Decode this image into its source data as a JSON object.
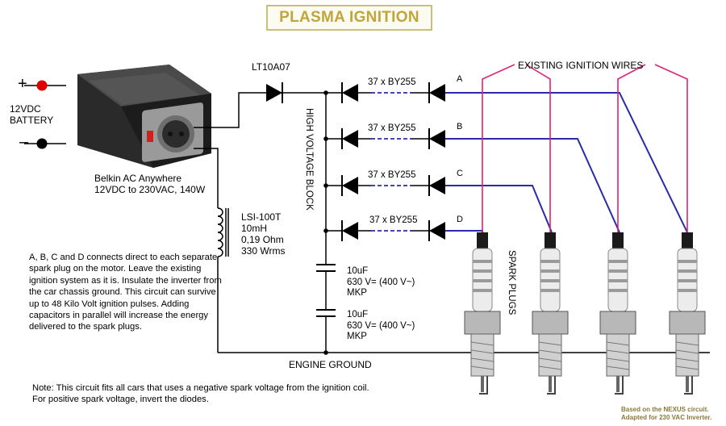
{
  "title": "PLASMA IGNITION",
  "battery": {
    "plus": "+",
    "minus": "–",
    "label_line1": "12VDC",
    "label_line2": "BATTERY",
    "plus_terminal_color": "#e00000",
    "minus_terminal_color": "#000000"
  },
  "inverter": {
    "name": "Belkin AC Anywhere",
    "spec": "12VDC to 230VAC, 140W"
  },
  "main_diode": "LT10A07",
  "high_voltage_block": "HIGH VOLTAGE BLOCK",
  "diode_chains": [
    {
      "label": "37 x BY255",
      "channel": "A"
    },
    {
      "label": "37 x BY255",
      "channel": "B"
    },
    {
      "label": "37 x BY255",
      "channel": "C"
    },
    {
      "label": "37 x BY255",
      "channel": "D"
    }
  ],
  "inductor": {
    "name": "LSI-100T",
    "value1": "10mH",
    "value2": "0,19 Ohm",
    "value3": "330 Wrms"
  },
  "capacitors": [
    {
      "value": "10uF",
      "rating": "630 V= (400 V~)",
      "type": "MKP"
    },
    {
      "value": "10uF",
      "rating": "630 V= (400 V~)",
      "type": "MKP"
    }
  ],
  "existing_wires": "EXISTING IGNITION WIRES",
  "spark_plugs": "SPARK PLUGS",
  "engine_ground": "ENGINE GROUND",
  "description": "A, B, C and D connects direct to each separate spark plug on the motor. Leave the existing ignition system as it is. Insulate the inverter from the car chassis ground. This circuit can survive up to 48 Kilo Volt ignition pulses. Adding capacitors in parallel will increase the energy delivered to the spark plugs.",
  "note": "Note: This circuit fits all cars that uses a negative spark voltage from the ignition coil. For positive spark voltage, invert the diodes.",
  "credit_line1": "Based on the NEXUS circuit.",
  "credit_line2": "Adapted for 230 VAC Inverter.",
  "colors": {
    "title_text": "#c0a63a",
    "spark_wire": "#2a2aaa",
    "ignition_wire": "#dd2277",
    "credit": "#8a7a3a"
  }
}
